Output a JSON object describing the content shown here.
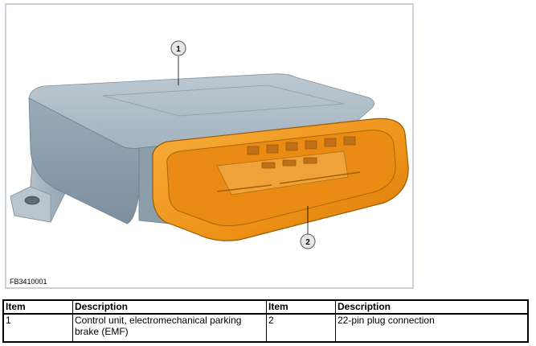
{
  "figure": {
    "id_code": "FB3410001",
    "callouts": [
      "1",
      "2"
    ]
  },
  "legend_table": {
    "headers": [
      "Item",
      "Description",
      "Item",
      "Description"
    ],
    "rows": [
      [
        "1",
        "Control unit, electromechanical parking brake (EMF)",
        "2",
        "22-pin plug connection"
      ]
    ]
  },
  "colors": {
    "housing": "#9fb0bd",
    "connector": "#f29a1f",
    "frame": "#c9d2da"
  }
}
